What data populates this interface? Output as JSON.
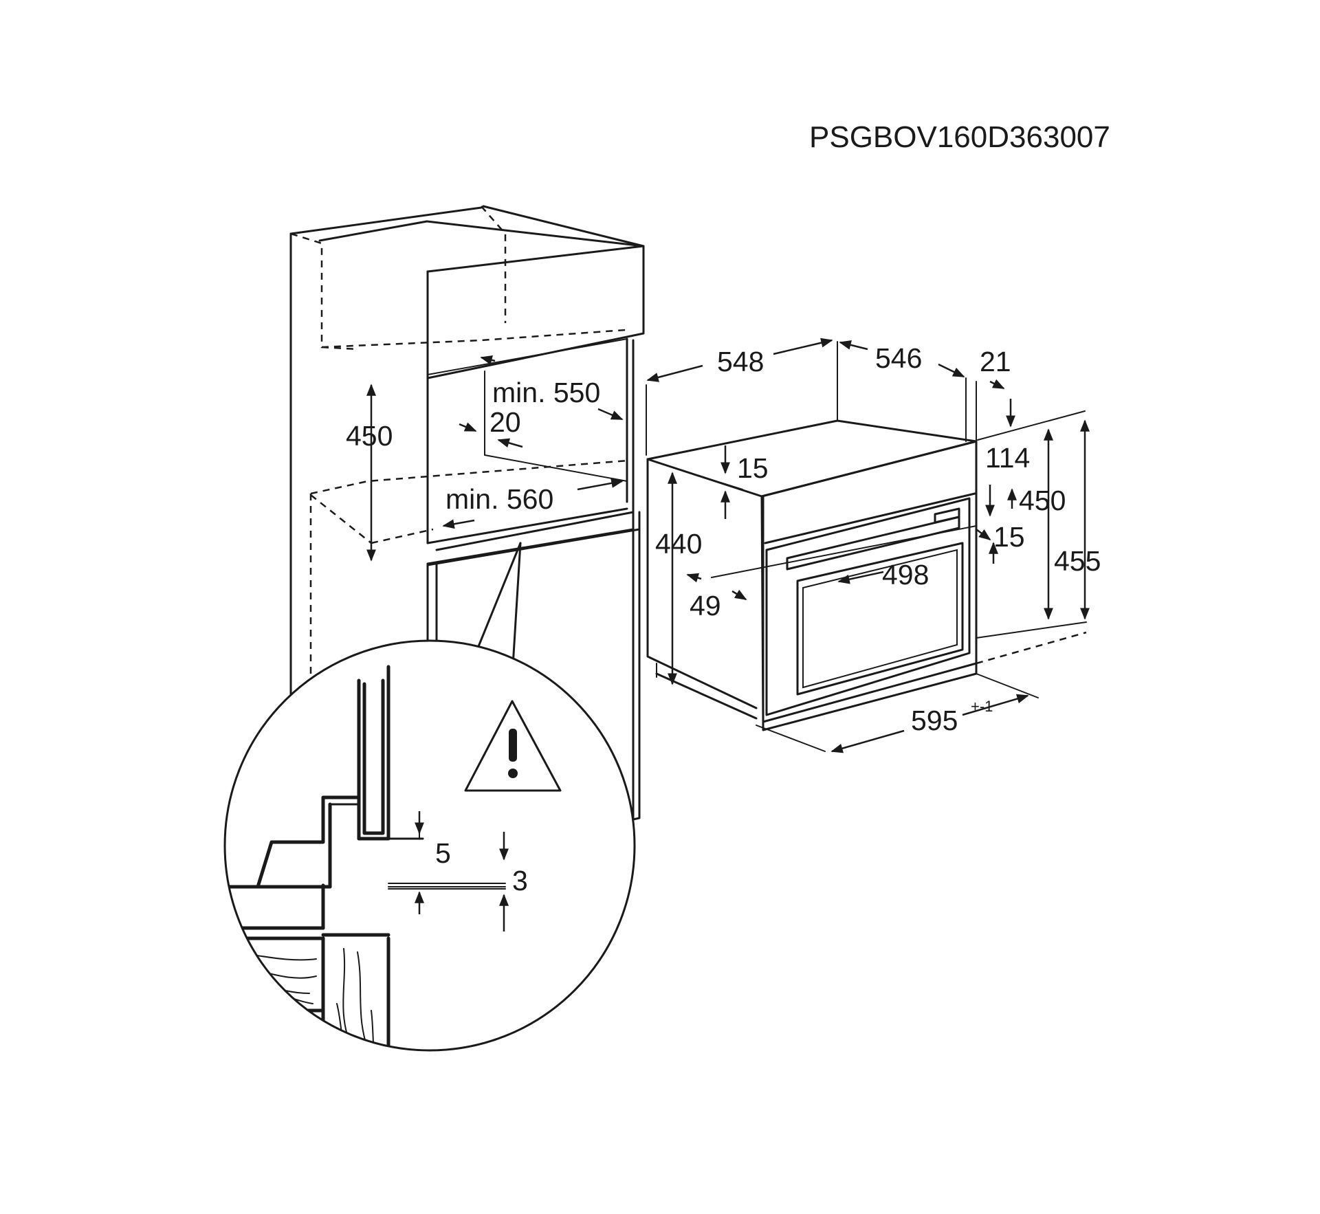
{
  "document_code": "PSGBOV160D363007",
  "niche": {
    "height": "450",
    "width_min": "min. 550",
    "depth_min": "min. 560",
    "gap": "20"
  },
  "oven": {
    "depth_total": "548",
    "depth_body": "546",
    "front_offset": "21",
    "top_offset": "15",
    "height_body": "440",
    "top_clearance": "114",
    "height_front": "450",
    "door_gap": "15",
    "height_total": "455",
    "width_inner": "498",
    "side_offset": "49",
    "width": "595",
    "width_tolerance": "+-1"
  },
  "detail": {
    "gap_top": "5",
    "gap_bottom": "3"
  },
  "warning_icon": "warning-triangle-icon"
}
